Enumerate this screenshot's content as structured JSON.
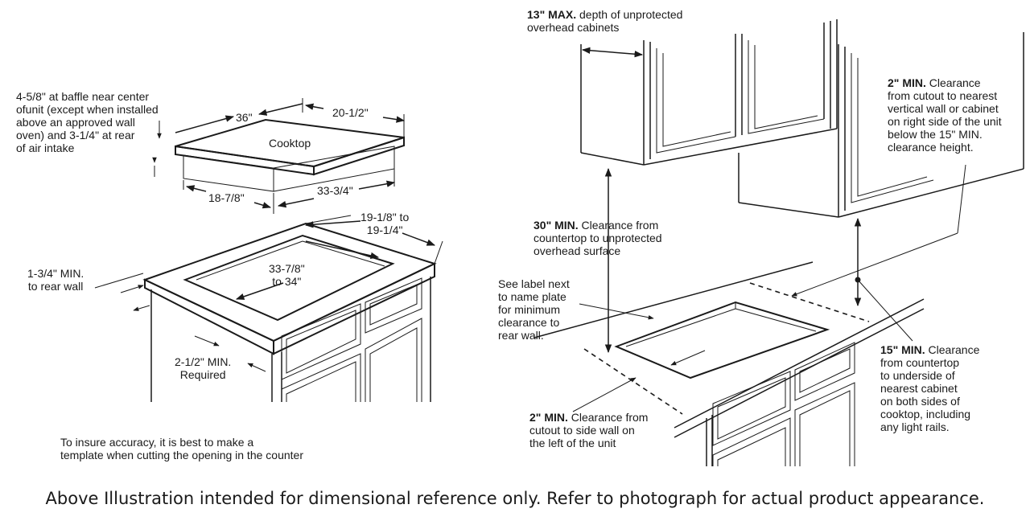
{
  "left": {
    "baffle_note": [
      "4-5/8\" at baffle near center",
      "ofunit (except when installed",
      "above an approved wall",
      "oven) and 3-1/4\" at rear",
      "of air intake"
    ],
    "width_36": "36\"",
    "depth_20": "20-1/2\"",
    "cooktop": "Cooktop",
    "dim_18": "18-7/8\"",
    "dim_33_3_4": "33-3/4\"",
    "dim_19": [
      "19-1/8\" to",
      "19-1/4\""
    ],
    "dim_33_7_8": [
      "33-7/8\"",
      "to 34\""
    ],
    "rear_wall": [
      "1-3/4\" MIN.",
      "to rear wall"
    ],
    "front_min": [
      "2-1/2\" MIN.",
      "Required"
    ],
    "accuracy_note": [
      "To insure accuracy, it is best to make a",
      "template when cutting the opening in the counter"
    ]
  },
  "right": {
    "max13": {
      "bold": "13\" MAX.",
      "line1": " depth of unprotected",
      "line2": "overhead cabinets"
    },
    "min2_right": {
      "bold": "2\" MIN.",
      "line1": " Clearance",
      "rest": [
        "from cutout to nearest",
        "vertical wall or cabinet",
        "on right side of the unit",
        "below the 15\" MIN.",
        "clearance height."
      ]
    },
    "min30": {
      "bold": "30\" MIN.",
      "line1": " Clearance from",
      "rest": [
        "countertop to unprotected",
        "overhead surface"
      ]
    },
    "label_note": [
      "See label next",
      "to name plate",
      "for minimum",
      "clearance to",
      "rear wall."
    ],
    "min15": {
      "bold": "15\" MIN.",
      "line1": " Clearance",
      "rest": [
        "from countertop",
        "to underside of",
        "nearest cabinet",
        "on both sides of",
        "cooktop, including",
        "any light rails."
      ]
    },
    "min2_left": {
      "bold": "2\" MIN.",
      "line1": " Clearance from",
      "rest": [
        "cutout to side wall on",
        "the left of the unit"
      ]
    }
  },
  "footer": "Above Illustration intended for dimensional reference only. Refer to photograph for actual product appearance."
}
